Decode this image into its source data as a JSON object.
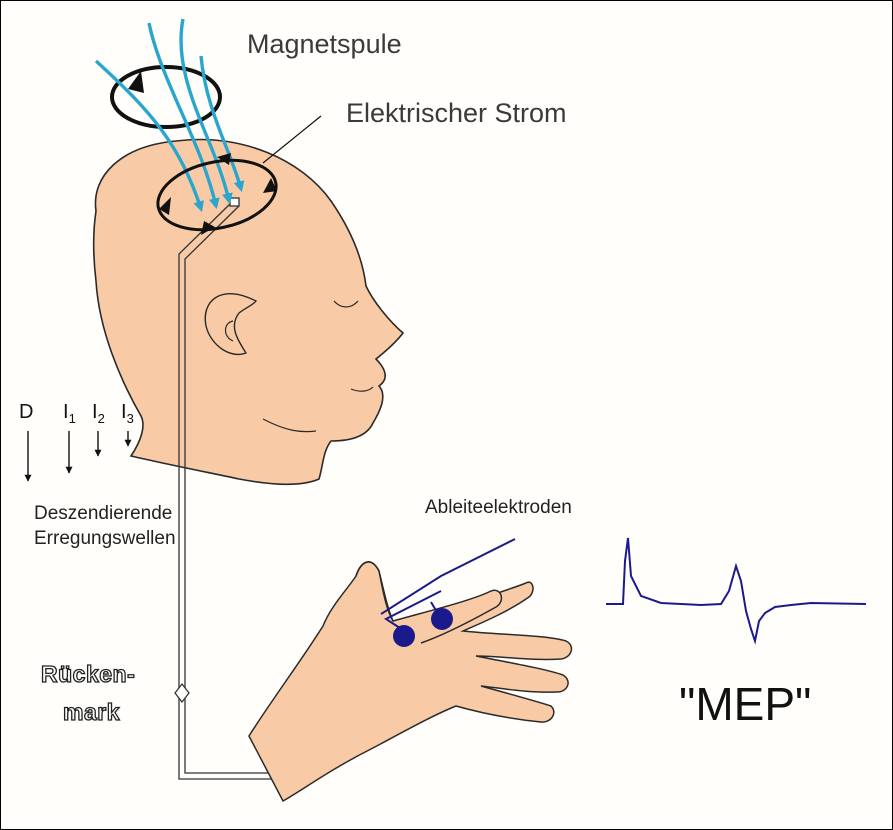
{
  "labels": {
    "coil": "Magnetspule",
    "current": "Elektrischer Strom",
    "electrodes": "Ableiteelektroden",
    "descending_1": "Deszendierende",
    "descending_2": "Erregungswellen",
    "spine_1": "Rücken-",
    "spine_2": "mark",
    "mep": "\"MEP\""
  },
  "waves": {
    "d": "D",
    "i1": "I",
    "i1_sub": "1",
    "i2": "I",
    "i2_sub": "2",
    "i3": "I",
    "i3_sub": "3"
  },
  "colors": {
    "skin": "#f8cba6",
    "skin_outline": "#333333",
    "field_lines": "#29a6cc",
    "electrode": "#1a1a8c",
    "trace": "#1a1a8c"
  }
}
